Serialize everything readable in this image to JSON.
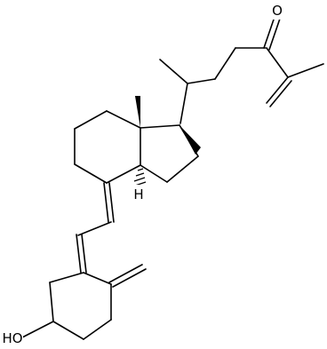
{
  "structure": {
    "atom_labels": {
      "oxygen": "O",
      "hydroxyl": "HO",
      "ring_junction_hydrogen": "H"
    },
    "colors": {
      "bond": "#000000",
      "background": "#ffffff"
    }
  }
}
